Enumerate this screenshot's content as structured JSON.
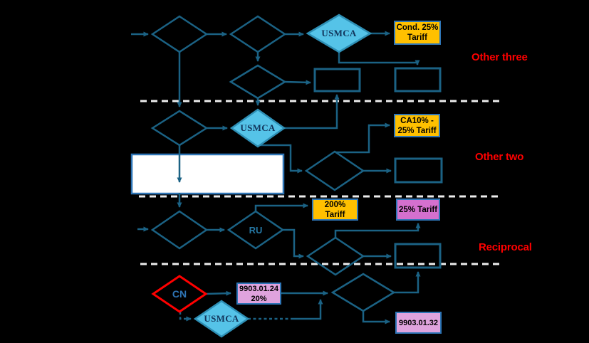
{
  "flowchart": {
    "section_labels": {
      "other_three": "Other three",
      "other_two": "Other two",
      "reciprocal": "Reciprocal"
    },
    "decision_nodes": {
      "usmca_top": "USMCA",
      "usmca_mid": "USMCA",
      "usmca_bottom": "USMCA",
      "ru": "RU",
      "cn": "CN"
    },
    "result_boxes": {
      "cond_25_tariff": "Cond. 25%\nTariff",
      "ca10_25_tariff": "CA10% -\n25% Tariff",
      "tariff_200": "200%\nTariff",
      "tariff_25": "25% Tariff",
      "hts_9903_01_24": "9903.01.24\n20%",
      "hts_9903_01_32": "9903.01.32"
    },
    "colors": {
      "background": "#000000",
      "connector": "#1B6284",
      "diamond_fill": "#55C3E8",
      "diamond_border": "#2E8FB5",
      "yellow_box": "#FFC000",
      "orchid_box": "#D470CE",
      "plum_box": "#DFA3DD",
      "box_border": "#2E75B6",
      "section_label_color": "#FF0000",
      "cn_border": "#FF0000",
      "separator": "#EDEDED"
    }
  }
}
